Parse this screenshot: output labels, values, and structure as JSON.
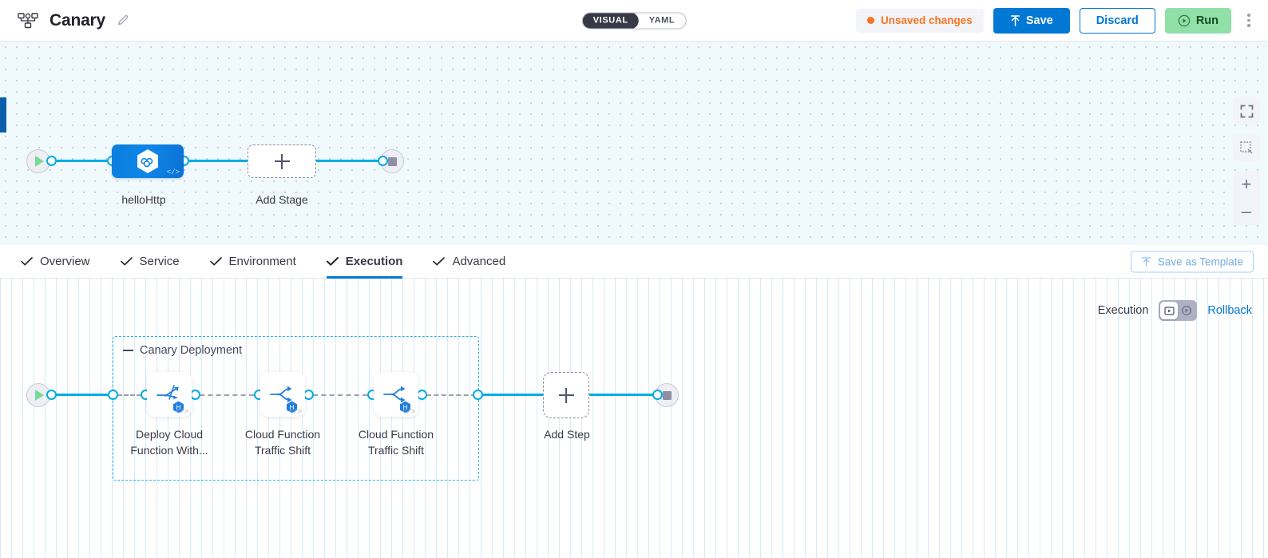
{
  "header": {
    "pipeline_icon": "pipeline-nodes-icon",
    "title": "Canary",
    "edit_icon": "pencil-icon",
    "view_toggle": {
      "visual": "VISUAL",
      "yaml": "YAML",
      "selected": "VISUAL"
    },
    "unsaved_label": "Unsaved changes",
    "unsaved_color": "#f6761d",
    "save_label": "Save",
    "save_icon": "upload-arrow-icon",
    "discard_label": "Discard",
    "run_label": "Run",
    "run_icon": "play-circle-icon",
    "more_icon": "kebab-menu-icon"
  },
  "top_canvas": {
    "start_icon": "play-triangle-icon",
    "end_icon": "stop-square-icon",
    "stage": {
      "icon": "harness-hexagon-infinity-icon",
      "code_mark": "</>",
      "label": "helloHttp"
    },
    "add_stage": {
      "icon": "plus-icon",
      "label": "Add Stage"
    },
    "controls": [
      {
        "name": "fit-screen-icon"
      },
      {
        "name": "selection-box-icon"
      },
      {
        "name": "zoom-in-icon",
        "glyph": "+"
      },
      {
        "name": "zoom-out-icon",
        "glyph": "–"
      }
    ]
  },
  "tabs": [
    {
      "label": "Overview",
      "icon": "check-icon",
      "active": false
    },
    {
      "label": "Service",
      "icon": "check-icon",
      "active": false
    },
    {
      "label": "Environment",
      "icon": "check-icon",
      "active": false
    },
    {
      "label": "Execution",
      "icon": "check-icon",
      "active": true
    },
    {
      "label": "Advanced",
      "icon": "check-icon",
      "active": false
    }
  ],
  "save_as_template": {
    "label": "Save as Template",
    "icon": "template-upload-icon"
  },
  "execution_bar": {
    "label": "Execution",
    "toggle": {
      "left_icon": "execution-flow-icon",
      "right_icon": "rollback-arrow-icon",
      "selected": "execution-flow-icon"
    },
    "rollback_label": "Rollback"
  },
  "bottom_canvas": {
    "start_icon": "play-triangle-icon",
    "end_icon": "stop-square-icon",
    "group": {
      "title": "Canary Deployment",
      "collapse_icon": "collapse-dash-icon",
      "steps": [
        {
          "icon": "deploy-cloud-function-icon",
          "badge": "harness-hexagon-badge",
          "code_mark": "</>",
          "label_line1": "Deploy Cloud",
          "label_line2": "Function With..."
        },
        {
          "icon": "traffic-shift-branch-icon",
          "badge": "harness-hexagon-badge",
          "code_mark": "</>",
          "label_line1": "Cloud Function",
          "label_line2": "Traffic Shift"
        },
        {
          "icon": "traffic-shift-branch-icon",
          "badge": "harness-hexagon-badge",
          "code_mark": "</>",
          "label_line1": "Cloud Function",
          "label_line2": "Traffic Shift"
        }
      ]
    },
    "add_step": {
      "icon": "plus-icon",
      "label": "Add Step"
    }
  },
  "colors": {
    "accent_blue": "#0278d5",
    "link_cyan": "#00ade4",
    "orange": "#f6761d",
    "run_green": "#90e0a8",
    "group_border": "#23b4e8"
  }
}
